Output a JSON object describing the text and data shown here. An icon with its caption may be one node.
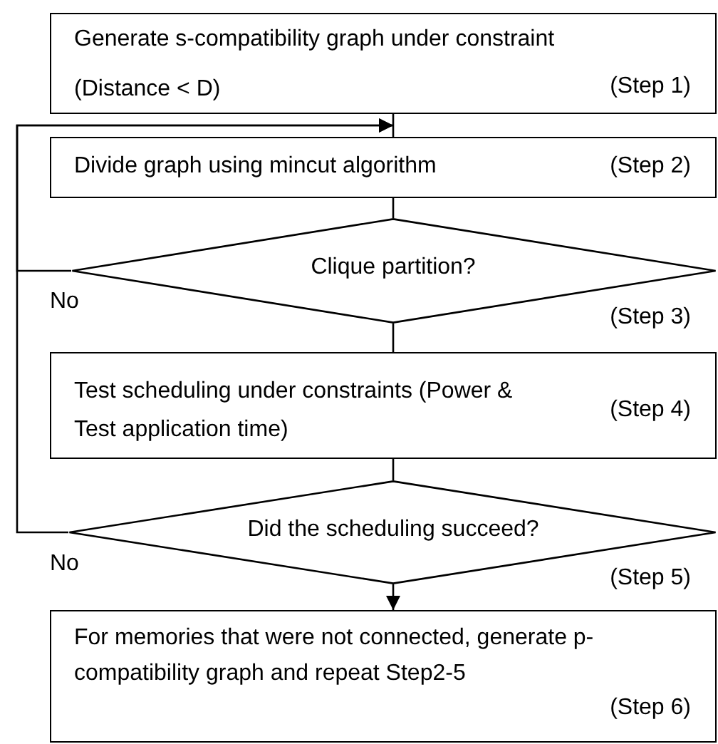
{
  "diagram": {
    "nodes": [
      {
        "text": [
          "Generate s-compatibility graph under constraint (Distance < D)",
          "(Step 1)"
        ]
      },
      {
        "text": [
          "Divide graph using mincut algorithm",
          "(Step 2)"
        ]
      },
      {
        "text": [
          "Clique partition?"
        ],
        "beside": [
          "(Step 3)"
        ]
      },
      {
        "text": [
          "Test scheduling under constraints (Power & Test application time)",
          "(Step 4)"
        ]
      },
      {
        "text": [
          "Did the scheduling succeed?"
        ],
        "beside": [
          "(Step 5)"
        ]
      },
      {
        "text": [
          "For memories that were not connected, generate p-compatibility graph and repeat Step2-5",
          "(Step 6)"
        ]
      }
    ],
    "edges": [
      {
        "from": 0,
        "to": 1,
        "arrow": "none"
      },
      {
        "from": 1,
        "to": 2,
        "arrow": "none"
      },
      {
        "from": 2,
        "to": 1,
        "arrow": "to",
        "label": "No"
      },
      {
        "from": 2,
        "to": 3,
        "arrow": "none"
      },
      {
        "from": 3,
        "to": 4,
        "arrow": "none"
      },
      {
        "from": 4,
        "to": 1,
        "arrow": "to",
        "label": "No"
      },
      {
        "from": 4,
        "to": 5,
        "arrow": "to"
      }
    ]
  }
}
